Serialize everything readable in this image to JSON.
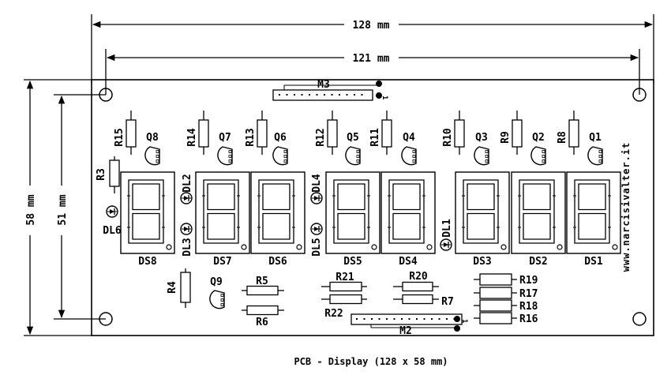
{
  "caption": "PCB - Display (128 x 58 mm)",
  "website": "www.narcisivalter.it",
  "dimensions": {
    "width_outer": "128 mm",
    "width_holes": "121 mm",
    "height_outer": "58 mm",
    "height_holes": "51 mm"
  },
  "connectors": {
    "top": "M3",
    "bottom": "M2",
    "pin1_mark": "1"
  },
  "displays": [
    "DS8",
    "DS7",
    "DS6",
    "DS5",
    "DS4",
    "DS3",
    "DS2",
    "DS1"
  ],
  "transistors": [
    "Q8",
    "Q7",
    "Q6",
    "Q5",
    "Q4",
    "Q3",
    "Q2",
    "Q1",
    "Q9"
  ],
  "resistors_top": [
    "R15",
    "R14",
    "R13",
    "R12",
    "R11",
    "R10",
    "R9",
    "R8"
  ],
  "resistors_other": [
    "R3",
    "R4",
    "R5",
    "R6",
    "R21",
    "R22",
    "R20",
    "R7",
    "R19",
    "R17",
    "R18",
    "R16"
  ],
  "leds": [
    "DL6",
    "DL2",
    "DL3",
    "DL4",
    "DL5",
    "DL1"
  ]
}
